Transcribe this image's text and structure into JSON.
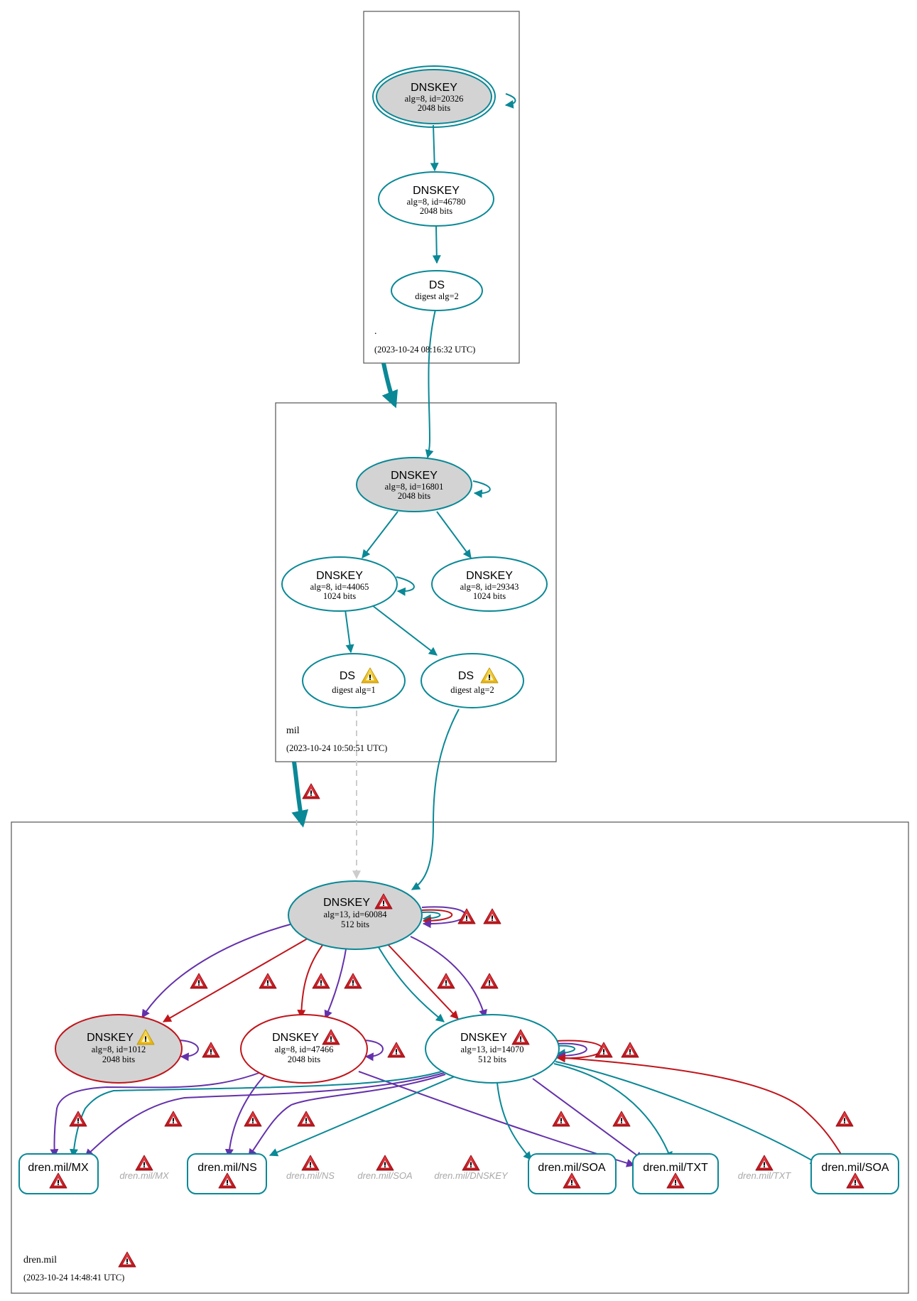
{
  "colors": {
    "secure": "#0a8896",
    "bogus": "#c0151b",
    "insecure_purple": "#6431aa",
    "dashed": "#cccccc",
    "ksk_fill": "#d3d3d3",
    "warning_red": "#d0232a",
    "warning_yellow": "#f2c318"
  },
  "zones": [
    {
      "id": "root",
      "name": ".",
      "timestamp": "(2023-10-24 08:16:32 UTC)",
      "nodes": [
        {
          "id": "root_ksk",
          "type": "DNSKEY",
          "line1": "alg=8, id=20326",
          "line2": "2048 bits",
          "ksk": true,
          "trust_anchor": true
        },
        {
          "id": "root_zsk",
          "type": "DNSKEY",
          "line1": "alg=8, id=46780",
          "line2": "2048 bits"
        },
        {
          "id": "root_ds",
          "type": "DS",
          "line1": "digest alg=2"
        }
      ]
    },
    {
      "id": "mil",
      "name": "mil",
      "timestamp": "(2023-10-24 10:50:51 UTC)",
      "nodes": [
        {
          "id": "mil_ksk",
          "type": "DNSKEY",
          "line1": "alg=8, id=16801",
          "line2": "2048 bits",
          "ksk": true
        },
        {
          "id": "mil_zsk1",
          "type": "DNSKEY",
          "line1": "alg=8, id=44065",
          "line2": "1024 bits"
        },
        {
          "id": "mil_zsk2",
          "type": "DNSKEY",
          "line1": "alg=8, id=29343",
          "line2": "1024 bits"
        },
        {
          "id": "mil_ds1",
          "type": "DS",
          "line1": "digest alg=1",
          "warning": "yellow"
        },
        {
          "id": "mil_ds2",
          "type": "DS",
          "line1": "digest alg=2",
          "warning": "yellow"
        }
      ]
    },
    {
      "id": "dren",
      "name": "dren.mil",
      "timestamp": "(2023-10-24 14:48:41 UTC)",
      "warning": "red",
      "nodes": [
        {
          "id": "dren_ksk",
          "type": "DNSKEY",
          "line1": "alg=13, id=60084",
          "line2": "512 bits",
          "ksk": true,
          "warning": "red"
        },
        {
          "id": "dren_k1012",
          "type": "DNSKEY",
          "line1": "alg=8, id=1012",
          "line2": "2048 bits",
          "ksk": true,
          "warning": "yellow"
        },
        {
          "id": "dren_k47466",
          "type": "DNSKEY",
          "line1": "alg=8, id=47466",
          "line2": "2048 bits",
          "warning": "red"
        },
        {
          "id": "dren_k14070",
          "type": "DNSKEY",
          "line1": "alg=13, id=14070",
          "line2": "512 bits",
          "warning": "red"
        }
      ],
      "rrsets": [
        {
          "id": "rr_mx",
          "label": "dren.mil/MX",
          "warning": "red"
        },
        {
          "id": "rr_ns",
          "label": "dren.mil/NS",
          "warning": "red"
        },
        {
          "id": "rr_soa1",
          "label": "dren.mil/SOA",
          "warning": "red"
        },
        {
          "id": "rr_txt",
          "label": "dren.mil/TXT",
          "warning": "red"
        },
        {
          "id": "rr_soa2",
          "label": "dren.mil/SOA",
          "warning": "red"
        }
      ],
      "ghost_rrsets": [
        {
          "id": "ghost_mx",
          "label": "dren.mil/MX"
        },
        {
          "id": "ghost_ns",
          "label": "dren.mil/NS"
        },
        {
          "id": "ghost_soa",
          "label": "dren.mil/SOA"
        },
        {
          "id": "ghost_dnskey",
          "label": "dren.mil/DNSKEY"
        },
        {
          "id": "ghost_txt",
          "label": "dren.mil/TXT"
        }
      ]
    }
  ],
  "delegations": [
    {
      "from": "root",
      "to": "mil",
      "status": "secure"
    },
    {
      "from": "mil",
      "to": "dren",
      "status": "secure",
      "warning": "red"
    }
  ]
}
